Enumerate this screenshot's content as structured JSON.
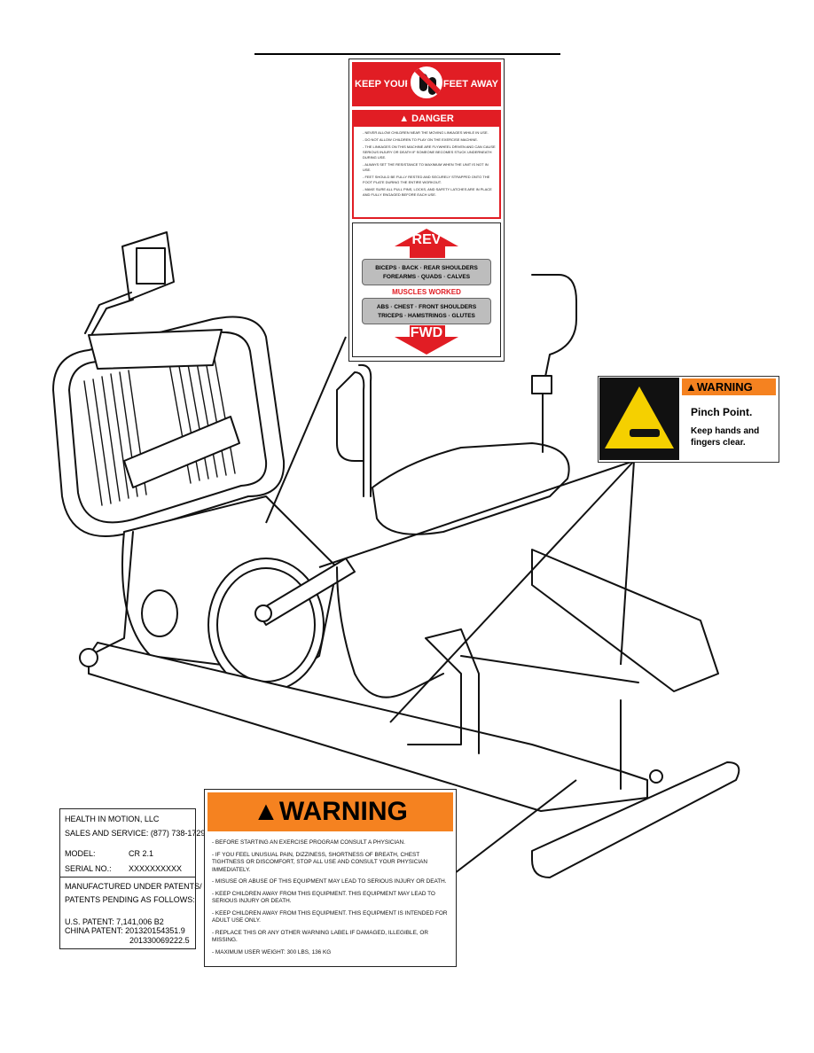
{
  "keep_feet_label": {
    "left": "KEEP YOUR",
    "right": "FEET AWAY"
  },
  "danger_label": {
    "header": "DANGER",
    "items": [
      "- NEVER ALLOW CHILDREN NEAR THE MOVING LINKAGES WHILE IN USE.",
      "- DO NOT ALLOW CHILDREN TO PLAY ON THE EXERCISE MACHINE.",
      "- THE LINKAGES ON THIS MACHINE ARE FLYWHEEL DRIVEN AND CAN CAUSE SERIOUS INJURY OR DEATH IF SOMEONE BECOMES STUCK UNDERNEATH DURING USE.",
      "- ALWAYS SET THE RESISTANCE TO MAXIMUM WHEN THE UNIT IS NOT IN USE.",
      "- FEET SHOULD BE FULLY RESTED AND SECURELY STRAPPED ONTO THE FOOT PLATE DURING THE ENTIRE WORKOUT.",
      "- MAKE SURE ALL PULL PINS, LOCKS, AND SAFETY LATCHES ARE IN PLACE AND FULLY ENGAGED BEFORE EACH USE."
    ]
  },
  "muscles_label": {
    "rev": "REV",
    "rev_line1": "BICEPS · BACK · REAR SHOULDERS",
    "rev_line2": "FOREARMS · QUADS · CALVES",
    "title": "MUSCLES WORKED",
    "fwd_line1": "ABS · CHEST · FRONT SHOULDERS",
    "fwd_line2": "TRICEPS · HAMSTRINGS · GLUTES",
    "fwd": "FWD"
  },
  "pinch_label": {
    "header": "WARNING",
    "title": "Pinch Point.",
    "body": "Keep hands and fingers clear."
  },
  "serial_label": {
    "company": "HEALTH IN MOTION, LLC",
    "service": "SALES AND SERVICE: (877) 738-1729",
    "model_key": "MODEL:",
    "model_val": "CR 2.1",
    "serial_key": "SERIAL NO.:",
    "serial_val": "XXXXXXXXXX",
    "patents_1": "MANUFACTURED UNDER PATENTS/",
    "patents_2": "PATENTS PENDING AS FOLLOWS:",
    "us_patent": "U.S. PATENT: 7,141,006  B2",
    "china_patent": "CHINA PATENT: 201320154351.9",
    "china_patent_2": "201330069222.5"
  },
  "warning_label": {
    "header": "WARNING",
    "items": [
      "- BEFORE STARTING AN EXERCISE PROGRAM CONSULT A PHYSICIAN.",
      "- IF YOU FEEL UNUSUAL PAIN, DIZZINESS, SHORTNESS OF BREATH, CHEST TIGHTNESS OR DISCOMFORT, STOP ALL USE AND CONSULT YOUR PHYSICIAN IMMEDIATELY.",
      "- MISUSE OR ABUSE OF THIS EQUIPMENT MAY LEAD TO SERIOUS INJURY OR DEATH.",
      "- KEEP CHILDREN AWAY FROM THIS EQUIPMENT. THIS EQUIPMENT MAY LEAD TO SERIOUS INJURY OR DEATH.",
      "- KEEP CHILDREN AWAY FROM THIS EQUIPMENT. THIS EQUIPMENT IS INTENDED FOR ADULT USE ONLY.",
      "- REPLACE THIS OR ANY OTHER WARNING LABEL IF DAMAGED, ILLEGIBLE, OR MISSING.",
      "- MAXIMUM USER WEIGHT: 300 LBS, 136 KG"
    ]
  },
  "colors": {
    "danger_red": "#e11d24",
    "warning_orange": "#f58220",
    "caution_yellow": "#f5d000"
  }
}
